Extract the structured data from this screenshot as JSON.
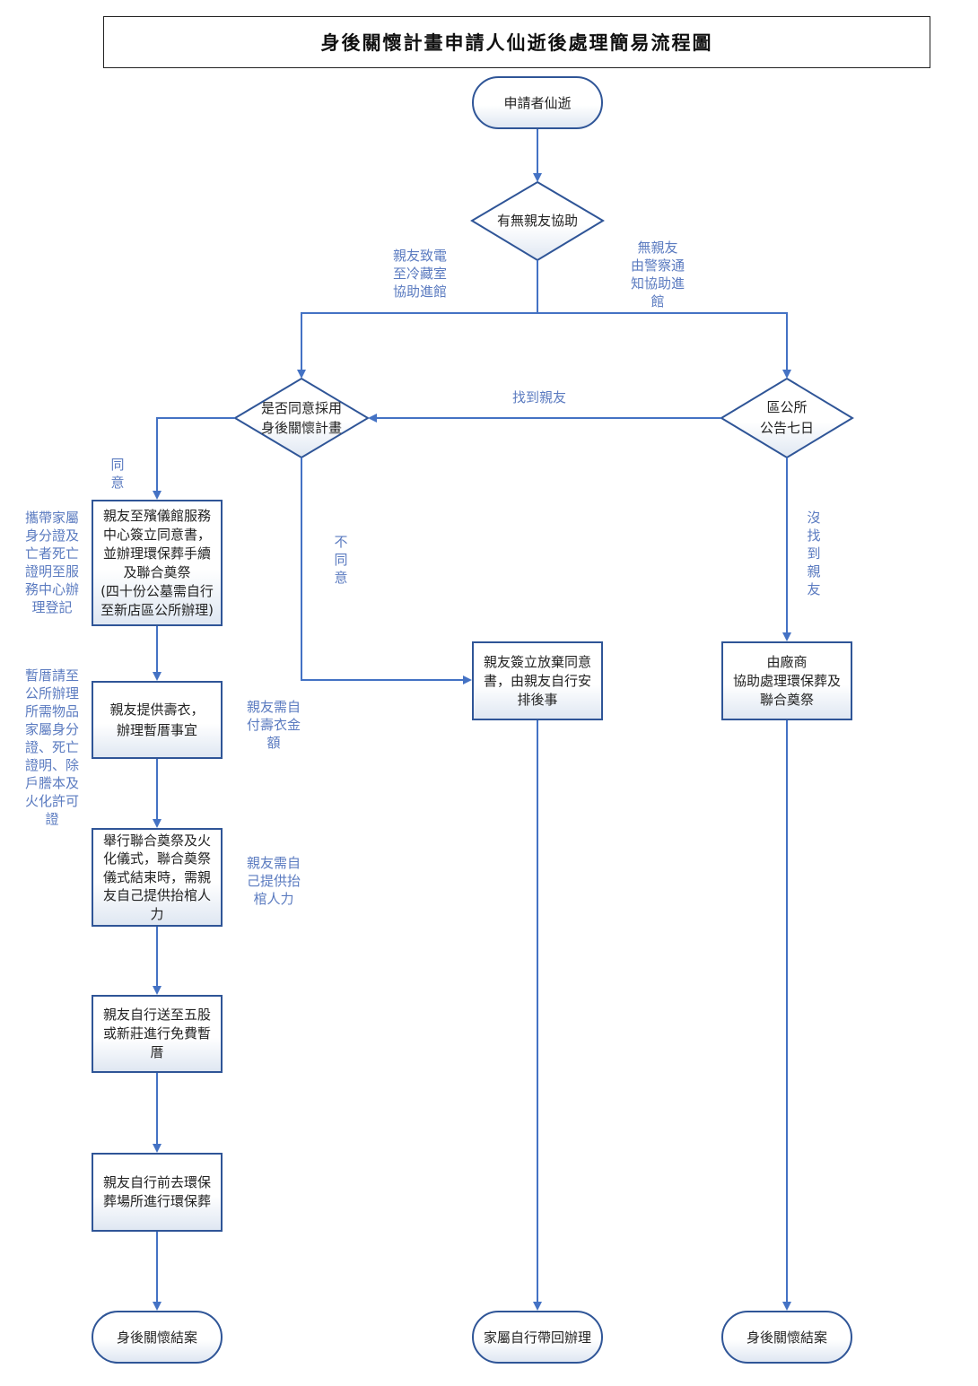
{
  "title": "身後關懷計畫申請人仙逝後處理簡易流程圖",
  "colors": {
    "border": "#2f5597",
    "arrow": "#4472c4",
    "label": "#5b7bc0",
    "fill_bottom": "#dfe7f2"
  },
  "nodes": {
    "start": "申請者仙逝",
    "decision_help": "有無親友協助",
    "decision_agree": "是否同意採用\n身後關懷計畫",
    "decision_notice": "區公所\n公告七日",
    "step_contract": "親友至殯儀館服務\n中心簽立同意書，\n並辦理環保葬手續\n及聯合奠祭\n(四十份公墓需自行\n至新店區公所辦理)",
    "step_clothes": "親友提供壽衣，\n辦理暫厝事宜",
    "step_ceremony": "舉行聯合奠祭及火\n化儀式，聯合奠祭\n儀式結束時，需親\n友自己提供抬棺人\n力",
    "step_transport": "親友自行送至五股\n或新莊進行免費暫\n厝",
    "step_burial": "親友自行前去環保\n葬場所進行環保葬",
    "step_refuse": "親友簽立放棄同意\n書，由親友自行安\n排後事",
    "step_vendor": "由廠商\n協助處理環保葬及\n聯合奠祭",
    "end_left": "身後關懷結案",
    "end_middle": "家屬自行帶回辦理",
    "end_right": "身後關懷結案"
  },
  "labels": {
    "friends_call": "親友致電\n至冷藏室\n協助進館",
    "no_friends": "無親友\n由警察通\n知協助進\n館",
    "found_friends": "找到親友",
    "agree": "同\n意",
    "disagree": "不\n同\n意",
    "not_found": "沒\n找\n到\n親\n友",
    "bring_docs": "攜帶家屬\n身分證及\n亡者死亡\n證明至服\n務中心辦\n理登記",
    "temp_docs": "暫厝請至\n公所辦理\n所需物品\n家屬身分\n證、死亡\n證明、除\n戶謄本及\n火化許可\n證",
    "pay_clothes": "親友需自\n付壽衣金\n額",
    "provide_bearers": "親友需自\n己提供抬\n棺人力"
  }
}
